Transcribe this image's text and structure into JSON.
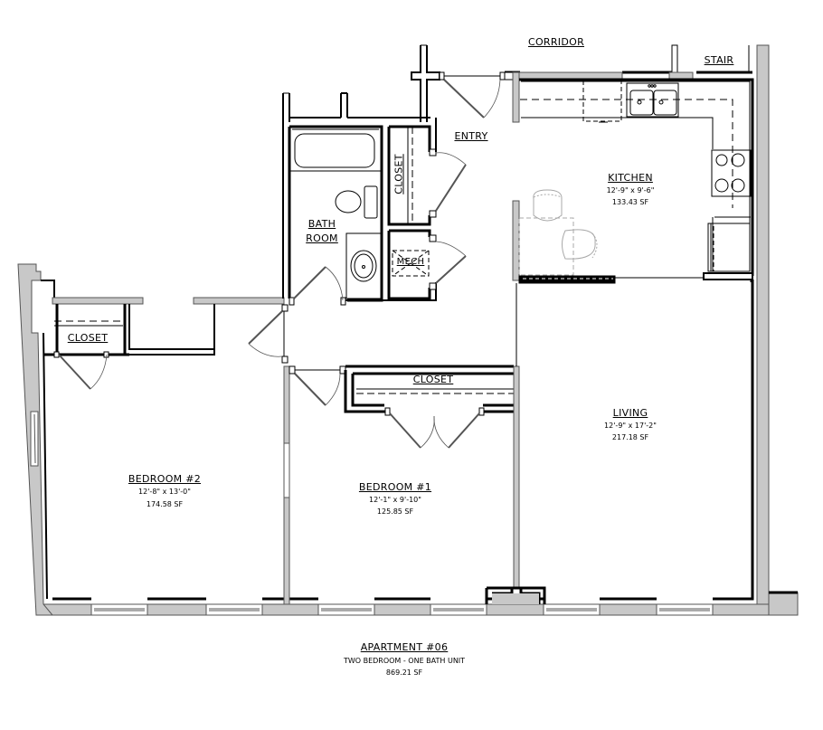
{
  "plan": {
    "wall_fill": "#c8c8c8",
    "line_color": "#000000",
    "fixture_color": "#a8a8a8"
  },
  "labels": {
    "corridor": "CORRIDOR",
    "stair": "STAIR",
    "entry": "ENTRY",
    "bath_line1": "BATH",
    "bath_line2": "ROOM",
    "closet_entry": "CLOSET",
    "mech": "MECH",
    "closet_bed2": "CLOSET",
    "closet_bed1": "CLOSET"
  },
  "rooms": {
    "kitchen": {
      "name": "KITCHEN",
      "dims": "12'-9\" x 9'-6\"",
      "area": "133.43 SF"
    },
    "living": {
      "name": "LIVING",
      "dims": "12'-9\" x 17'-2\"",
      "area": "217.18 SF"
    },
    "bedroom1": {
      "name": "BEDROOM #1",
      "dims": "12'-1\" x 9'-10\"",
      "area": "125.85 SF"
    },
    "bedroom2": {
      "name": "BEDROOM #2",
      "dims": "12'-8\" x 13'-0\"",
      "area": "174.58 SF"
    }
  },
  "title_block": {
    "title": "APARTMENT #06",
    "subtitle": "TWO BEDROOM - ONE BATH UNIT",
    "area": "869.21 SF"
  }
}
